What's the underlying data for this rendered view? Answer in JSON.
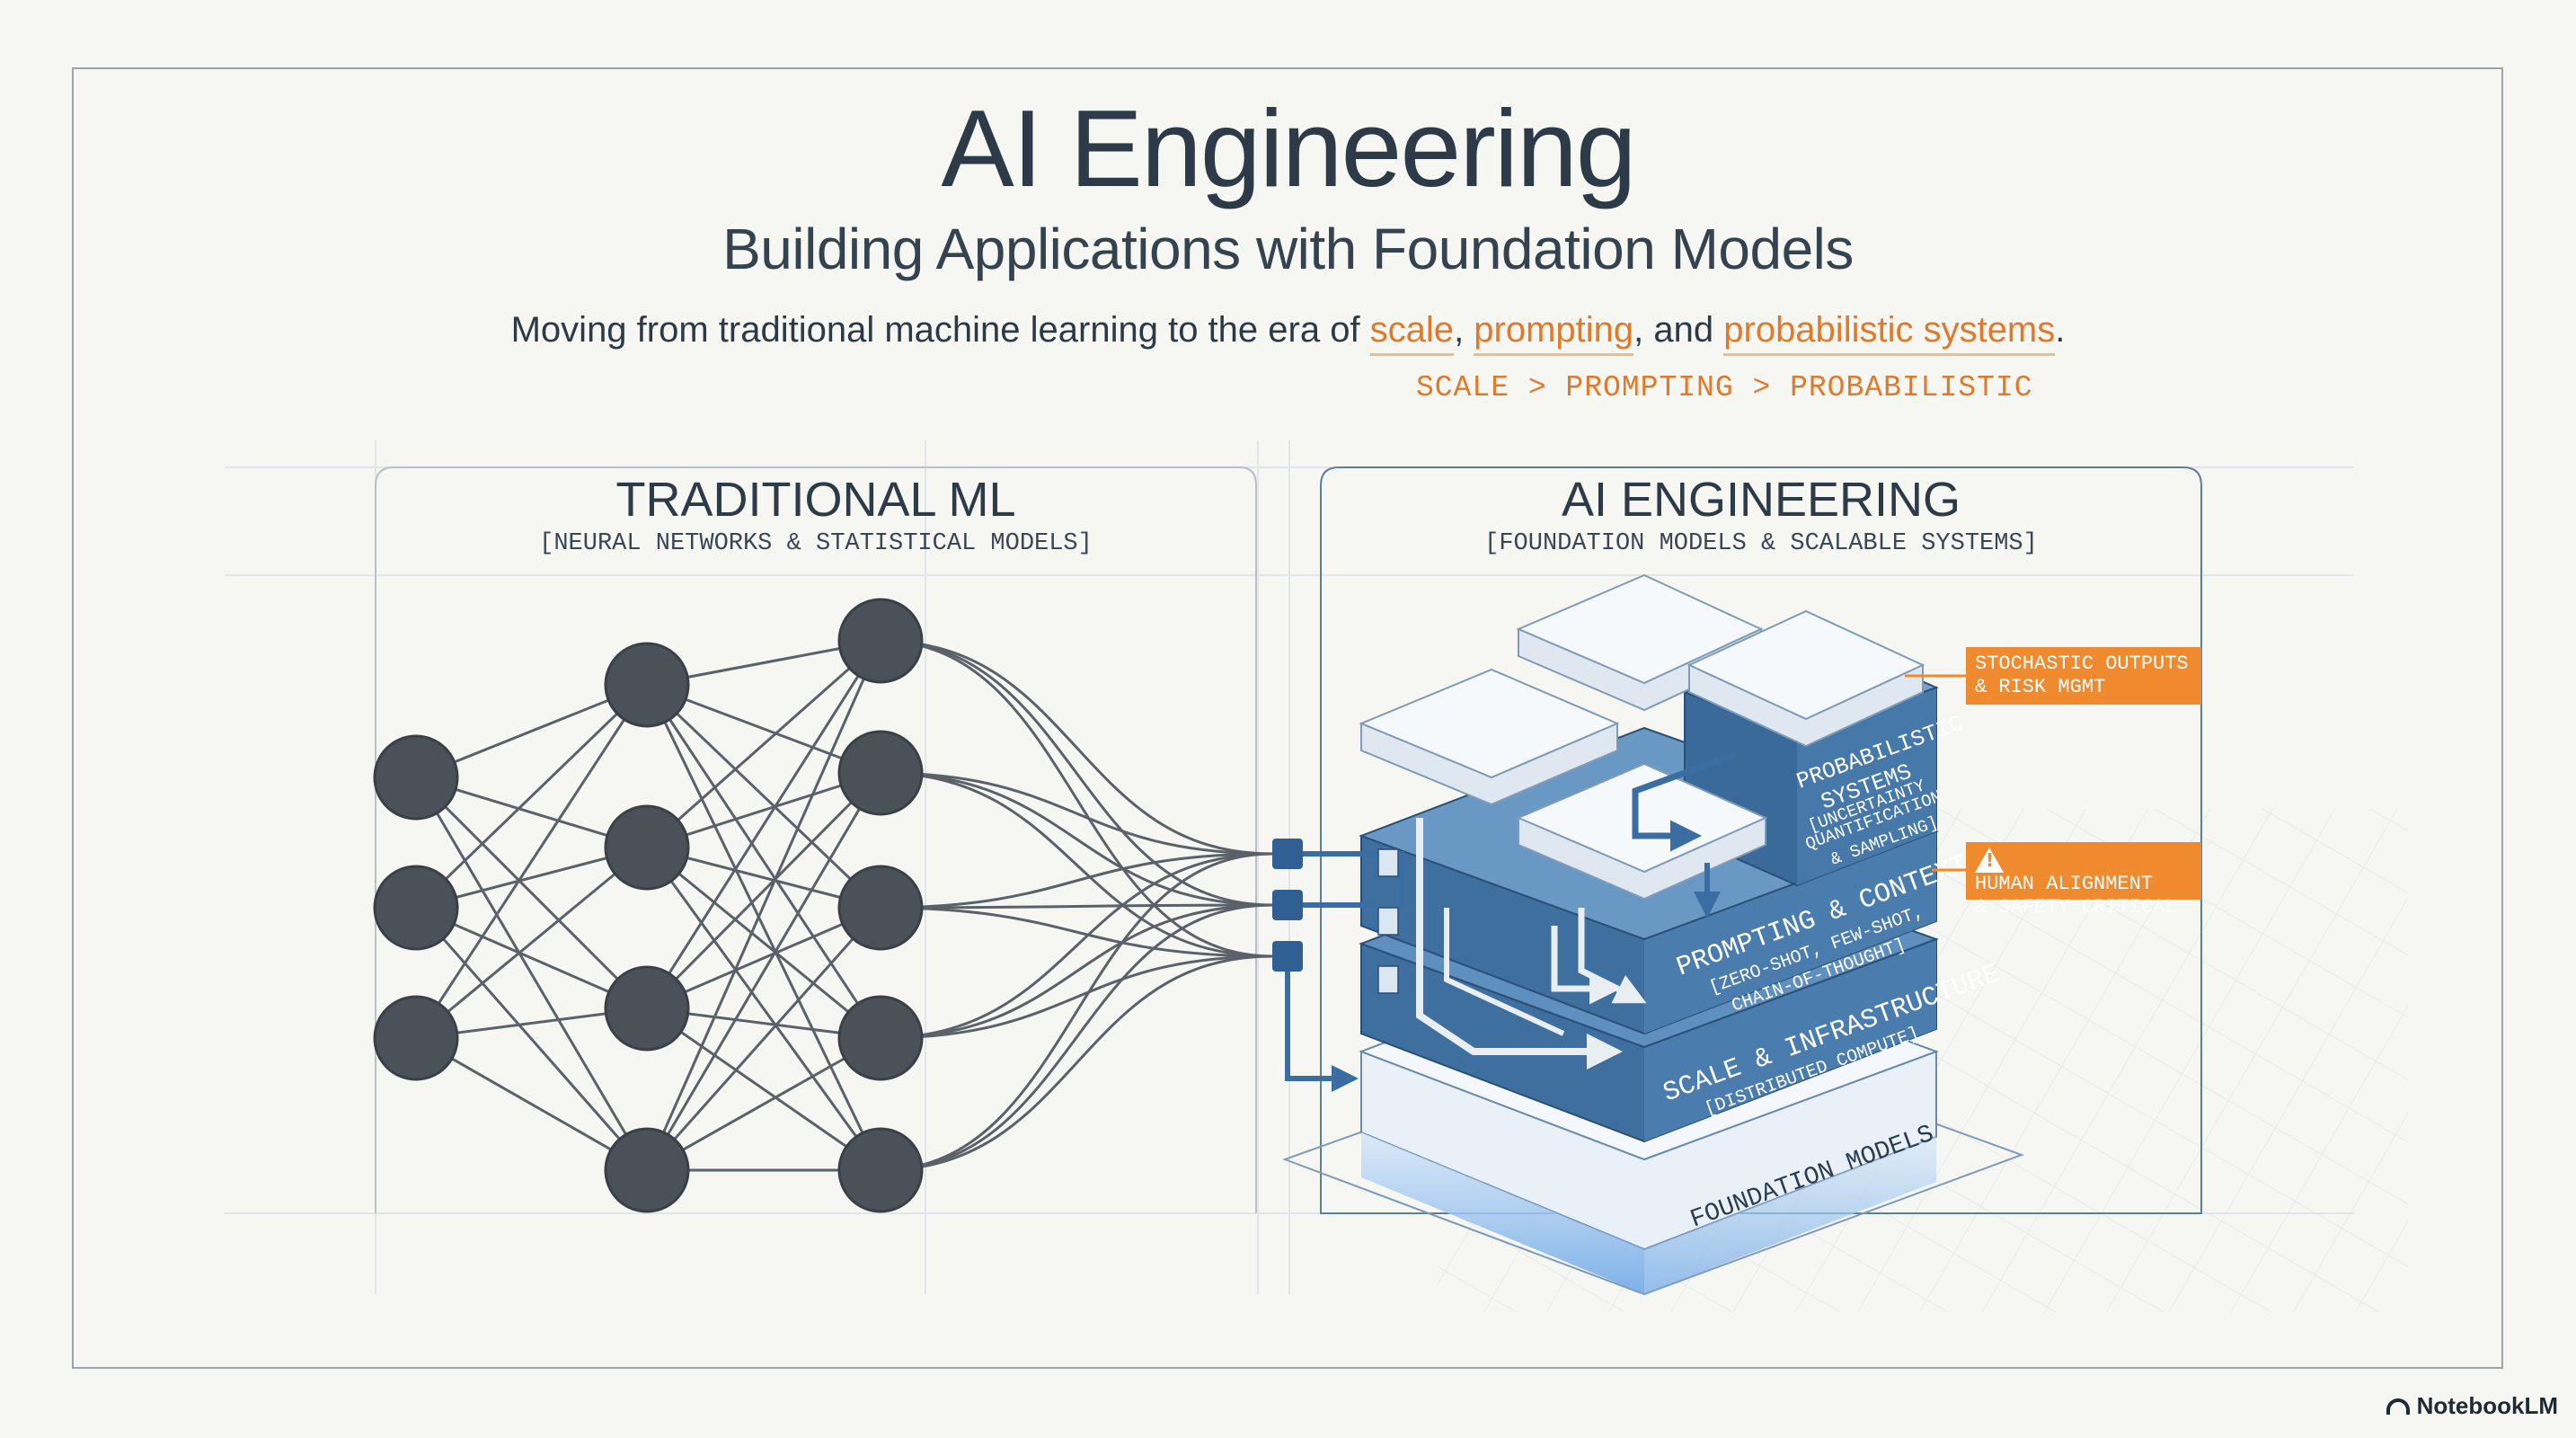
{
  "header": {
    "title": "AI Engineering",
    "subtitle": "Building Applications with Foundation Models",
    "tagline": {
      "prefix": "Moving from traditional machine learning to the era of ",
      "term1": "scale",
      "sep1": ", ",
      "term2": "prompting",
      "sep2": ", and ",
      "term3": "probabilistic systems",
      "suffix": "."
    },
    "sequence": "SCALE > PROMPTING > PROBABILISTIC"
  },
  "left_panel": {
    "title": "TRADITIONAL ML",
    "subtitle": "[NEURAL NETWORKS & STATISTICAL MODELS]",
    "network": {
      "layers": [
        3,
        4,
        5
      ]
    }
  },
  "right_panel": {
    "title": "AI ENGINEERING",
    "subtitle": "[FOUNDATION MODELS & SCALABLE SYSTEMS]",
    "stack": {
      "foundation": "FOUNDATION MODELS",
      "scale_title": "SCALE & INFRASTRUCTURE",
      "scale_sub": "[DISTRIBUTED COMPUTE]",
      "prompting_title": "PROMPTING & CONTEXT",
      "prompting_sub1": "[ZERO-SHOT, FEW-SHOT,",
      "prompting_sub2": "CHAIN-OF-THOUGHT]",
      "prob_title1": "PROBABILISTIC",
      "prob_title2": "SYSTEMS",
      "prob_sub1": "[UNCERTAINTY",
      "prob_sub2": "QUANTIFICATION",
      "prob_sub3": "& SAMPLING]"
    },
    "callouts": [
      {
        "line1": "STOCHASTIC OUTPUTS",
        "line2": "& RISK MGMT"
      },
      {
        "line1": "HUMAN ALIGNMENT",
        "line2": "& SAFETY CRITICAL",
        "icon": "warning-icon"
      }
    ]
  },
  "brand": {
    "name": "NotebookLM",
    "icon": "notebooklm-logo-icon"
  },
  "colors": {
    "accent": "#e07a2a",
    "callout": "#f08a2e",
    "node": "#4a5158",
    "block": "#3f6f9f",
    "block_dark": "#2f5a86",
    "glow": "#5b9be0"
  }
}
